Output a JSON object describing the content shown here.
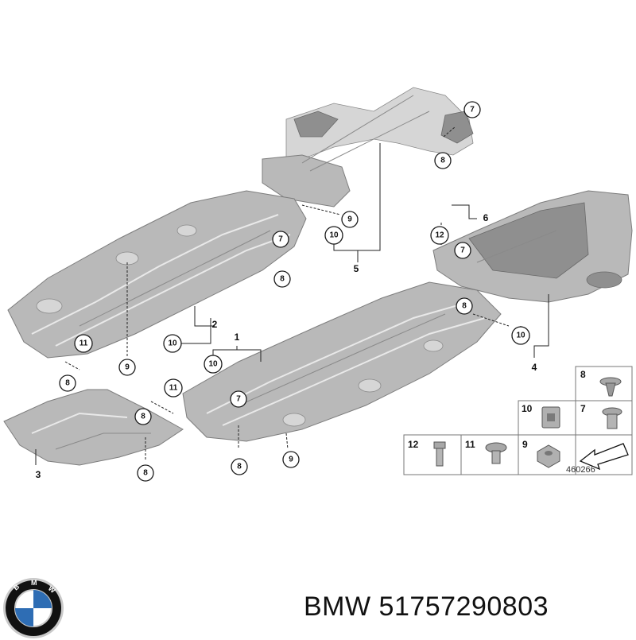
{
  "diagram": {
    "callouts": [
      {
        "id": "c7a",
        "label": "7"
      },
      {
        "id": "c8a",
        "label": "8"
      },
      {
        "id": "c9a",
        "label": "9"
      },
      {
        "id": "c10a",
        "label": "10"
      },
      {
        "id": "c7b",
        "label": "7"
      },
      {
        "id": "c8b",
        "label": "8"
      },
      {
        "id": "c12",
        "label": "12"
      },
      {
        "id": "c7c",
        "label": "7"
      },
      {
        "id": "c8c",
        "label": "8"
      },
      {
        "id": "c10b",
        "label": "10"
      },
      {
        "id": "c11a",
        "label": "11"
      },
      {
        "id": "c8d",
        "label": "8"
      },
      {
        "id": "c9b",
        "label": "9"
      },
      {
        "id": "c10c",
        "label": "10"
      },
      {
        "id": "c10d",
        "label": "10"
      },
      {
        "id": "c11b",
        "label": "11"
      },
      {
        "id": "c8e",
        "label": "8"
      },
      {
        "id": "c7d",
        "label": "7"
      },
      {
        "id": "c8f",
        "label": "8"
      },
      {
        "id": "c8g",
        "label": "8"
      },
      {
        "id": "c9c",
        "label": "9"
      }
    ],
    "part_numbers": {
      "p1": "1",
      "p2": "2",
      "p3": "3",
      "p4": "4",
      "p5": "5",
      "p6": "6"
    },
    "parts_table": {
      "row1": [
        "8"
      ],
      "row2": [
        "10",
        "7"
      ],
      "row3": [
        "12",
        "11",
        "9"
      ]
    },
    "reference_number": "460266"
  },
  "caption": {
    "text": "BMW 51757290803"
  },
  "logo": {
    "letters": "BMW",
    "colors": {
      "ring": "#111111",
      "blue": "#2e6db4",
      "white": "#ffffff",
      "chrome": "#c9c9c9"
    }
  }
}
